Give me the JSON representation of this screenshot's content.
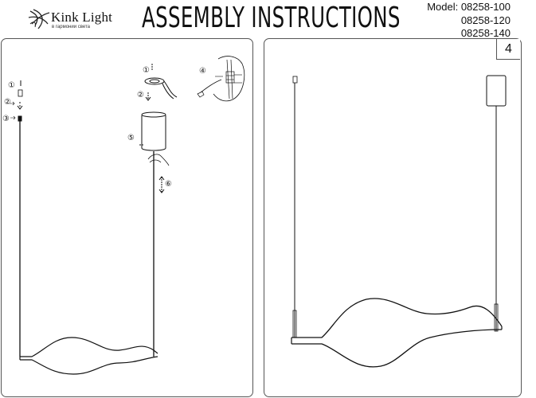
{
  "header": {
    "brand_name": "Kink Light",
    "brand_tagline": "в гармонии света",
    "title": "ASSEMBLY INSTRUCTIONS",
    "models": [
      "Model: 08258-100",
      "08258-120",
      "08258-140"
    ]
  },
  "step_number": "4",
  "step_markers": [
    "①",
    "②",
    "③",
    "①",
    "②",
    "④",
    "⑤",
    "⑥"
  ],
  "icons": [
    "kink-light-logo-icon",
    "ceiling-mount-icon",
    "canopy-icon",
    "wiring-detail-icon",
    "hand-icon",
    "arrow-icon"
  ],
  "colors": {
    "line": "#111111",
    "panel_border": "#555555"
  }
}
